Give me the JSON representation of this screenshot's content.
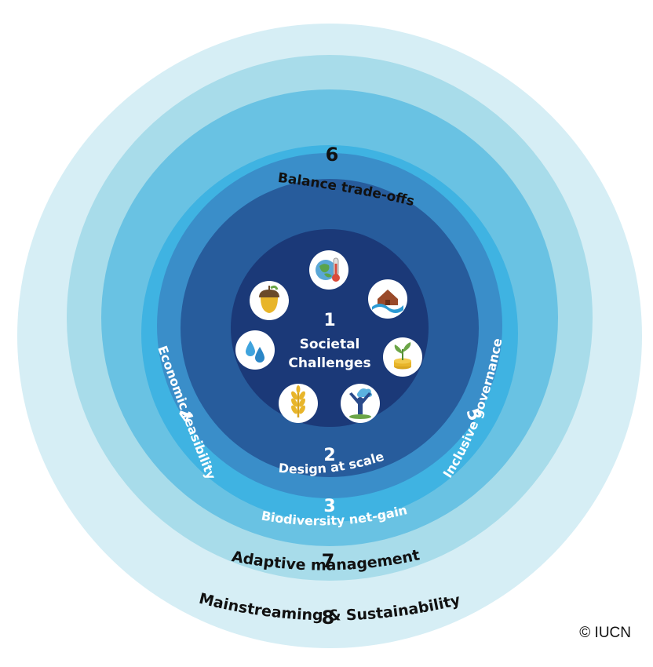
{
  "rings": [
    {
      "number": "8",
      "label": "Mainstreaming & Sustainability",
      "color": "#d6eef5"
    },
    {
      "number": "7",
      "label": "Adaptive management",
      "color": "#a8dcea"
    },
    {
      "number": "6",
      "label": "Balance trade-offs",
      "color": "#69c2e3"
    },
    {
      "number": "4",
      "label": "Economic feasibility",
      "color": "#3fb3e2"
    },
    {
      "number": "5",
      "label": "Inclusive governance",
      "color": "#3fb3e2"
    },
    {
      "number": "3",
      "label": "Biodiversity net-gain",
      "color": "#3a8ec9"
    },
    {
      "number": "2",
      "label": "Design at scale",
      "color": "#275c9c"
    },
    {
      "number": "1",
      "label_line1": "Societal",
      "label_line2": "Challenges",
      "color": "#1b3978"
    }
  ],
  "icons": [
    "climate-change-icon",
    "disaster-risk-icon",
    "economic-development-icon",
    "human-health-icon",
    "food-security-icon",
    "water-security-icon",
    "environmental-degradation-icon"
  ],
  "copyright": "© IUCN"
}
